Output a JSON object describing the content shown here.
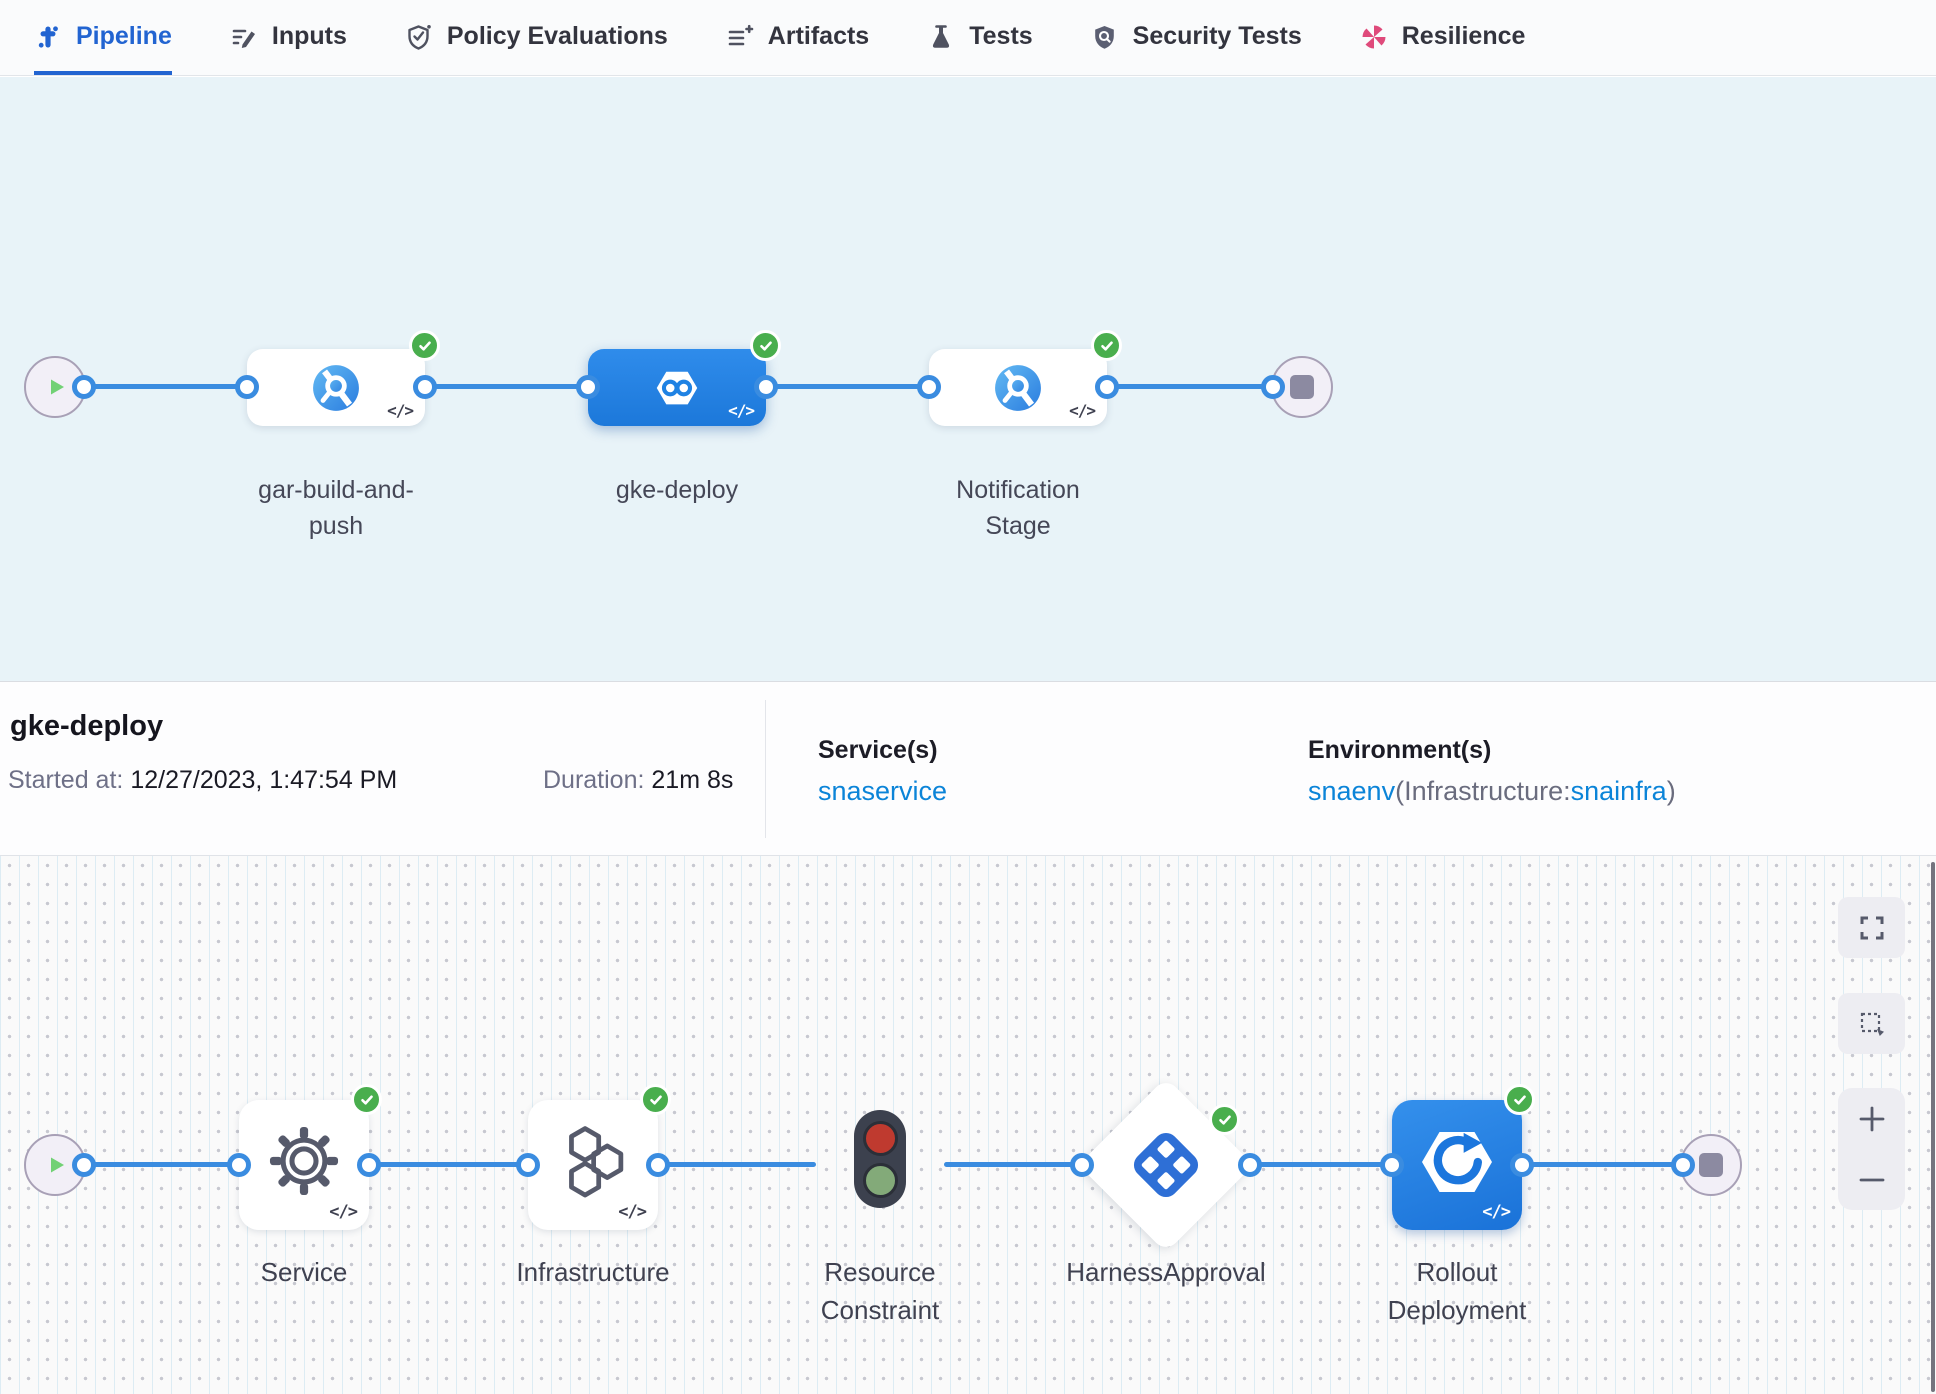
{
  "tabs": [
    {
      "label": "Pipeline",
      "icon": "pipeline-icon",
      "active": true
    },
    {
      "label": "Inputs",
      "icon": "inputs-icon",
      "active": false
    },
    {
      "label": "Policy Evaluations",
      "icon": "policy-evaluations-icon",
      "active": false
    },
    {
      "label": "Artifacts",
      "icon": "artifacts-icon",
      "active": false
    },
    {
      "label": "Tests",
      "icon": "tests-icon",
      "active": false
    },
    {
      "label": "Security Tests",
      "icon": "security-tests-icon",
      "active": false
    },
    {
      "label": "Resilience",
      "icon": "resilience-icon",
      "active": false
    }
  ],
  "stage_graph": {
    "stages": [
      {
        "label": "gar-build-and-push",
        "status": "success",
        "type": "build",
        "selected": false
      },
      {
        "label": "gke-deploy",
        "status": "success",
        "type": "deploy",
        "selected": true
      },
      {
        "label": "Notification Stage",
        "status": "success",
        "type": "custom",
        "selected": false
      }
    ]
  },
  "details": {
    "title": "gke-deploy",
    "started_label": "Started at:",
    "started_value": "12/27/2023, 1:47:54 PM",
    "duration_label": "Duration:",
    "duration_value": "21m 8s",
    "services_label": "Service(s)",
    "service_name": "snaservice",
    "environments_label": "Environment(s)",
    "environment_name": "snaenv",
    "infrastructure_prefix": "(Infrastructure:",
    "infrastructure_name": "snainfra",
    "infrastructure_suffix": ")"
  },
  "step_graph": {
    "steps": [
      {
        "label": "Service",
        "status": "success"
      },
      {
        "label": "Infrastructure",
        "status": "success"
      },
      {
        "label": "Resource Constraint",
        "status": "none"
      },
      {
        "label": "HarnessApproval",
        "status": "success"
      },
      {
        "label": "Rollout Deployment",
        "status": "success"
      }
    ]
  },
  "glyphs": {
    "code": "</>"
  },
  "colors": {
    "accent_blue": "#2264d1",
    "edge_blue": "#3a8ce0",
    "success_green": "#49ae4d",
    "link_blue": "#0b84d8",
    "selected_stage_blue": "#2083e4",
    "resilience_pink": "#df4a7b",
    "canvas_top": "#e8f3f8",
    "canvas_bottom": "#fafafa"
  }
}
